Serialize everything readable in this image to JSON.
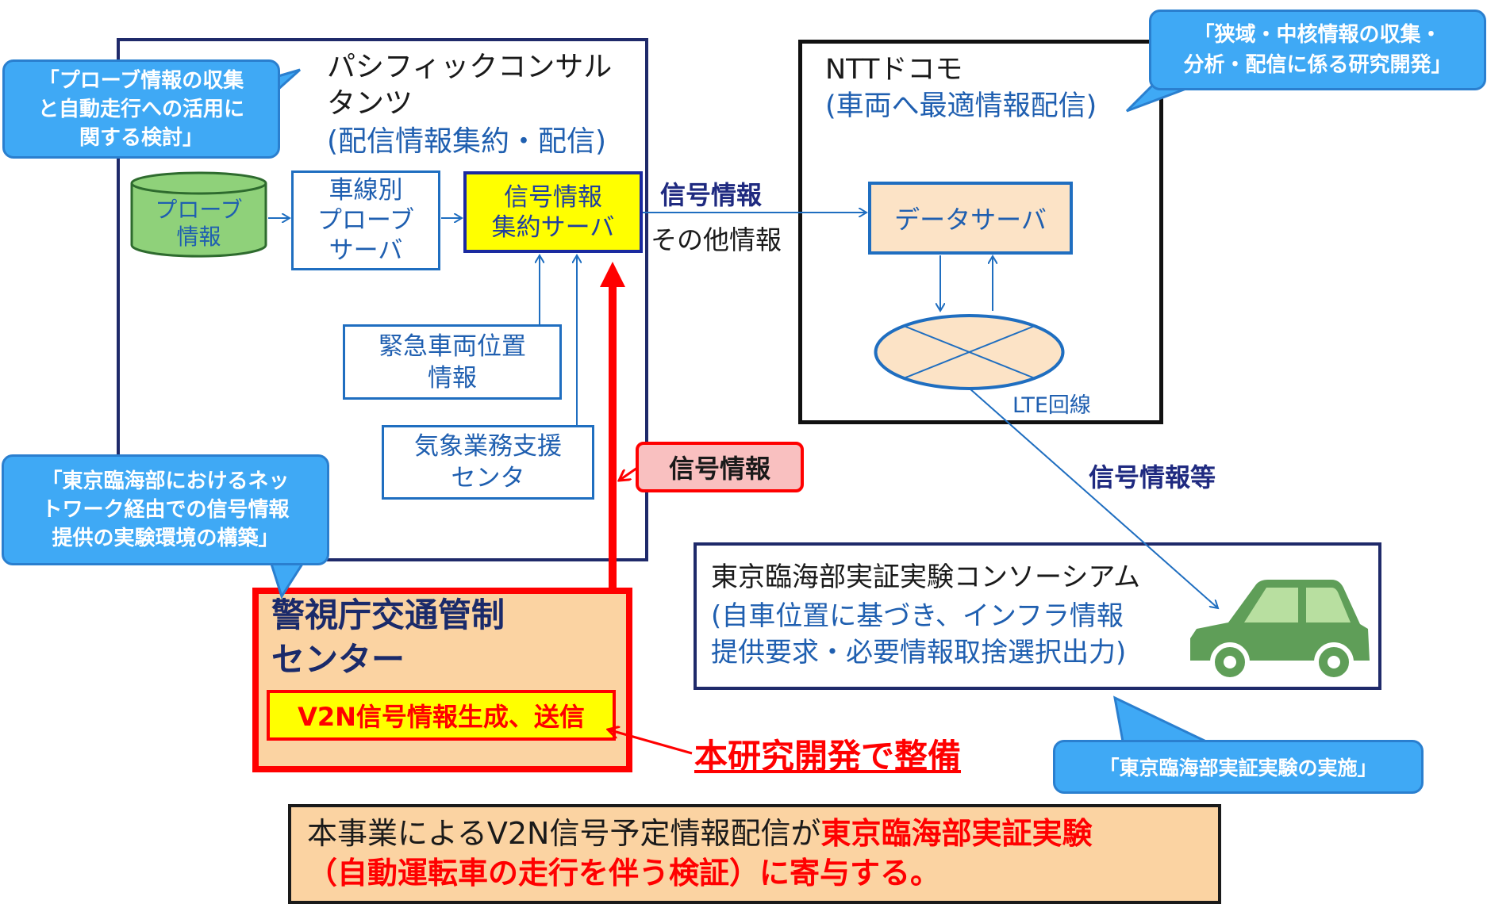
{
  "pacific": {
    "name": "パシフィックコンサル\nタンツ",
    "role": "(配信情報集約・配信)",
    "probe_db": "プローブ\n情報",
    "lane_probe_server": "車線別\nプローブ\nサーバ",
    "signal_server": "信号情報\n集約サーバ",
    "emergency": "緊急車両位置\n情報",
    "weather": "気象業務支援\nセンタ"
  },
  "flow": {
    "signal_info": "信号情報",
    "other_info": "その他情報",
    "signal_info_red": "信号情報",
    "signal_info_etc": "信号情報等",
    "lte": "LTE回線"
  },
  "docomo": {
    "name": "NTTドコモ",
    "role": "(車両へ最適情報配信)",
    "data_server": "データサーバ"
  },
  "police": {
    "name": "警視庁交通管制\nセンター",
    "v2n": "V2N信号情報生成、送信"
  },
  "highlight": {
    "text": "本研究開発で整備"
  },
  "consortium": {
    "name": "東京臨海部実証実験コンソーシアム",
    "desc": "(自車位置に基づき、インフラ情報\n提供要求・必要情報取捨選択出力)"
  },
  "callouts": {
    "probe": "「プローブ情報の収集\nと自動走行への活用に\n関する検討」",
    "research": "「狭域・中核情報の収集・\n分析・配信に係る研究開発」",
    "network": "「東京臨海部におけるネッ\nトワーク経由での信号情報\n提供の実験環境の構築」",
    "experiment": "「東京臨海部実証実験の実施」"
  },
  "summary": {
    "black_text": "本事業によるV2N信号予定情報配信が",
    "red_text_1": "東京臨海部実証実験",
    "red_text_2": "（自動運転車の走行を伴う検証）に寄与する。"
  },
  "colors": {
    "accent_blue": "#1f6ec0",
    "callout_blue": "#3fa9f5",
    "red": "#ff0000",
    "peach": "#fbd3a2",
    "yellow": "#ffff00",
    "car_green": "#5f9e58",
    "probe_green": "#8fd17a"
  }
}
